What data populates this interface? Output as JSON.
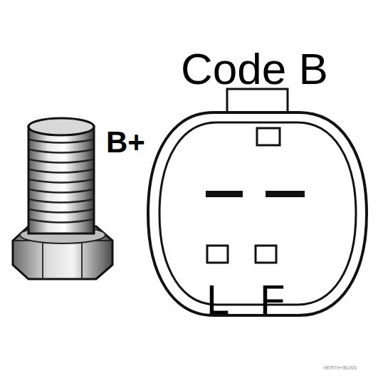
{
  "diagram": {
    "labels": [
      "Code B",
      "B+",
      "L",
      "F",
      "HERTH+BUSS"
    ]
  }
}
